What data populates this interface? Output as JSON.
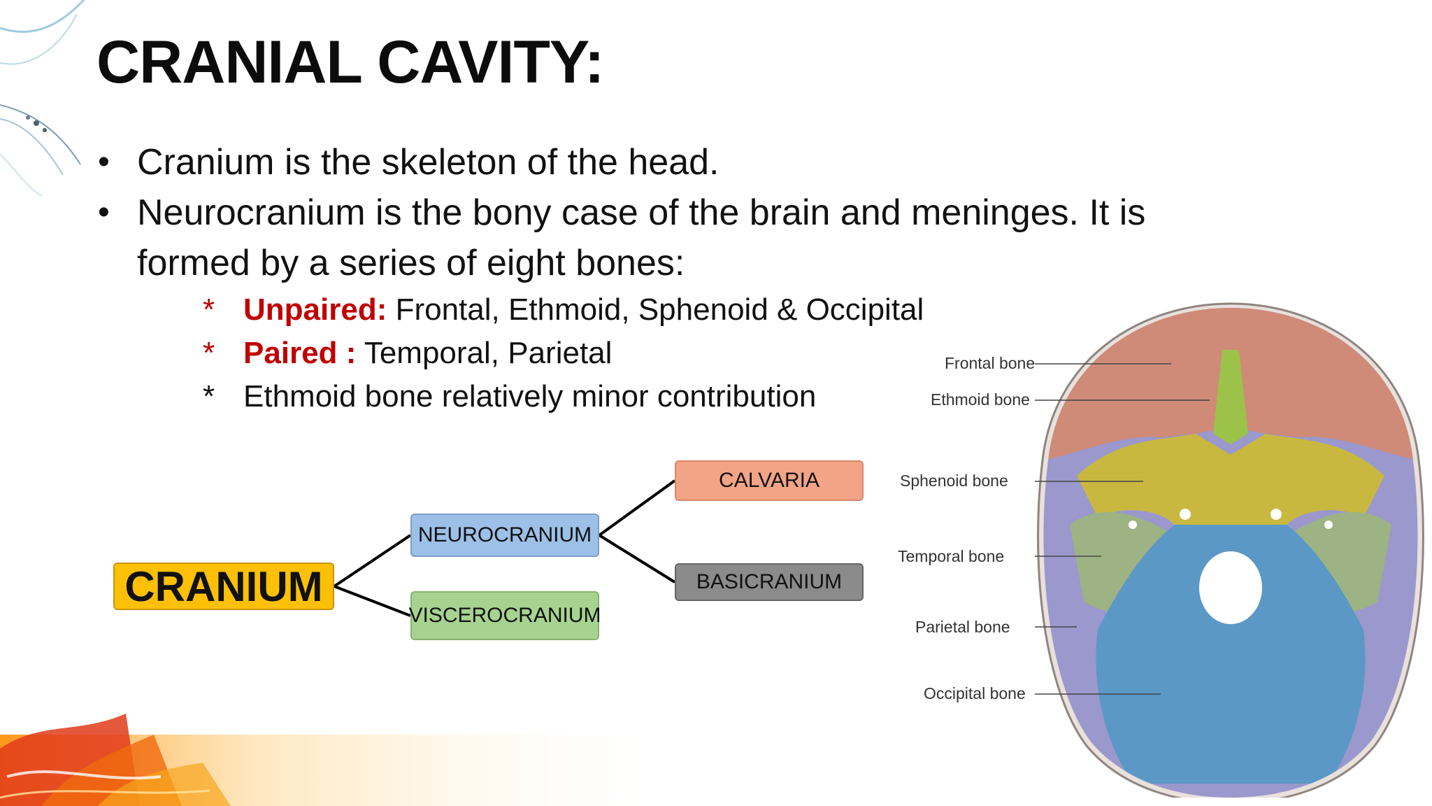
{
  "slide": {
    "title": "CRANIAL CAVITY:",
    "bullets": [
      "Cranium is the skeleton of the head.",
      "Neurocranium is the bony case of the brain and meninges. It is formed by a series of eight bones:"
    ],
    "sub_items": [
      {
        "marker": "*",
        "label": "Unpaired:",
        "text": " Frontal, Ethmoid, Sphenoid & Occipital"
      },
      {
        "marker": "*",
        "label": "Paired :",
        "text": " Temporal, Parietal"
      },
      {
        "marker": "*",
        "label": "",
        "text": "Ethmoid bone relatively minor contribution"
      }
    ],
    "accent_color": "#c00000"
  },
  "hierarchy": {
    "root": "CRANIUM",
    "level1": [
      "NEUROCRANIUM",
      "VISCEROCRANIUM"
    ],
    "level2": [
      "CALVARIA",
      "BASICRANIUM"
    ],
    "colors": {
      "cranium": "#fdc007",
      "neurocranium": "#9cc0e8",
      "viscerocranium": "#a6d38f",
      "calvaria": "#f3a487",
      "basicranium": "#8b8b8b"
    }
  },
  "skull_diagram": {
    "labels": [
      "Frontal bone",
      "Ethmoid bone",
      "Sphenoid bone",
      "Temporal bone",
      "Parietal bone",
      "Occipital bone"
    ],
    "colors": {
      "frontal": "#cf8a78",
      "ethmoid": "#9cc24a",
      "sphenoid": "#c8b840",
      "temporal": "#9db383",
      "parietal": "#9a98cc",
      "occipital": "#5b98c6"
    }
  }
}
